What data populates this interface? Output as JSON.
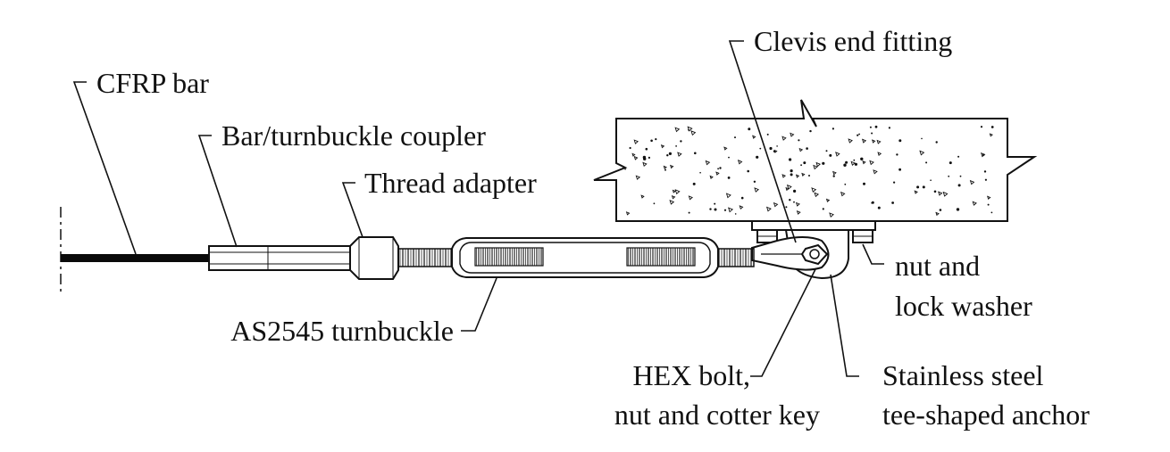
{
  "labels": {
    "cfrp_bar": "CFRP bar",
    "coupler": "Bar/turnbuckle coupler",
    "thread_adapter": "Thread adapter",
    "clevis": "Clevis end fitting",
    "turnbuckle": "AS2545 turnbuckle",
    "nut_lock_1": "nut and",
    "nut_lock_2": "lock washer",
    "hex_bolt_1": "HEX bolt,",
    "hex_bolt_2": "nut and cotter key",
    "anchor_1": "Stainless steel",
    "anchor_2": "tee-shaped anchor"
  },
  "colors": {
    "ink": "#111111",
    "bar": "#0a0a0a",
    "bg": "#ffffff"
  }
}
